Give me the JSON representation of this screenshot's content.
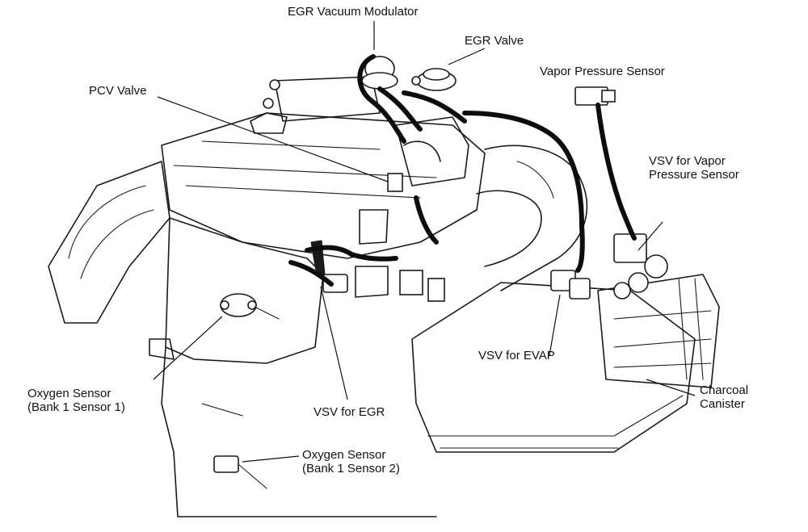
{
  "labels": {
    "egr_vacuum_modulator": "EGR Vacuum Modulator",
    "egr_valve": "EGR Valve",
    "vapor_pressure_sensor": "Vapor Pressure Sensor",
    "pcv_valve": "PCV Valve",
    "vsv_vapor_line1": "VSV for Vapor",
    "vsv_vapor_line2": "Pressure Sensor",
    "vsv_evap": "VSV for EVAP",
    "charcoal_line1": "Charcoal",
    "charcoal_line2": "Canister",
    "o2_bank1_s1_line1": "Oxygen Sensor",
    "o2_bank1_s1_line2": "(Bank 1 Sensor 1)",
    "vsv_egr": "VSV for EGR",
    "o2_bank1_s2_line1": "Oxygen Sensor",
    "o2_bank1_s2_line2": "(Bank 1 Sensor 2)"
  },
  "style": {
    "ink": "#111111",
    "paper": "#ffffff"
  }
}
